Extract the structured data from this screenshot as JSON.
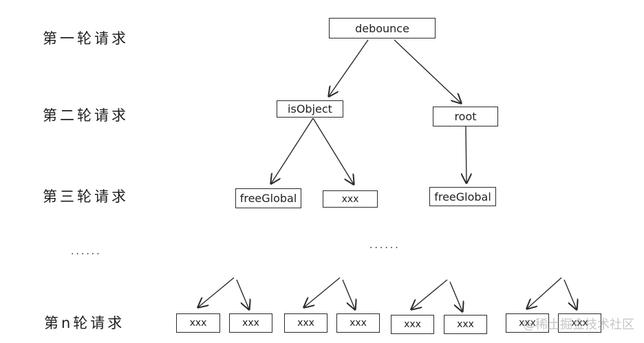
{
  "levels": [
    {
      "label": "第一轮请求"
    },
    {
      "label": "第二轮请求"
    },
    {
      "label": "第三轮请求"
    },
    {
      "label": "第n轮请求"
    }
  ],
  "ellipsis_left": "......",
  "ellipsis_center": "......",
  "nodes": {
    "debounce": "debounce",
    "isObject": "isObject",
    "root": "root",
    "freeGlobal_1": "freeGlobal",
    "xxx_level3": "xxx",
    "freeGlobal_2": "freeGlobal",
    "bottom": [
      "xxx",
      "xxx",
      "xxx",
      "xxx",
      "xxx",
      "xxx",
      "xxx",
      "xxx"
    ]
  },
  "watermark": "@稀土掘金技术社区"
}
